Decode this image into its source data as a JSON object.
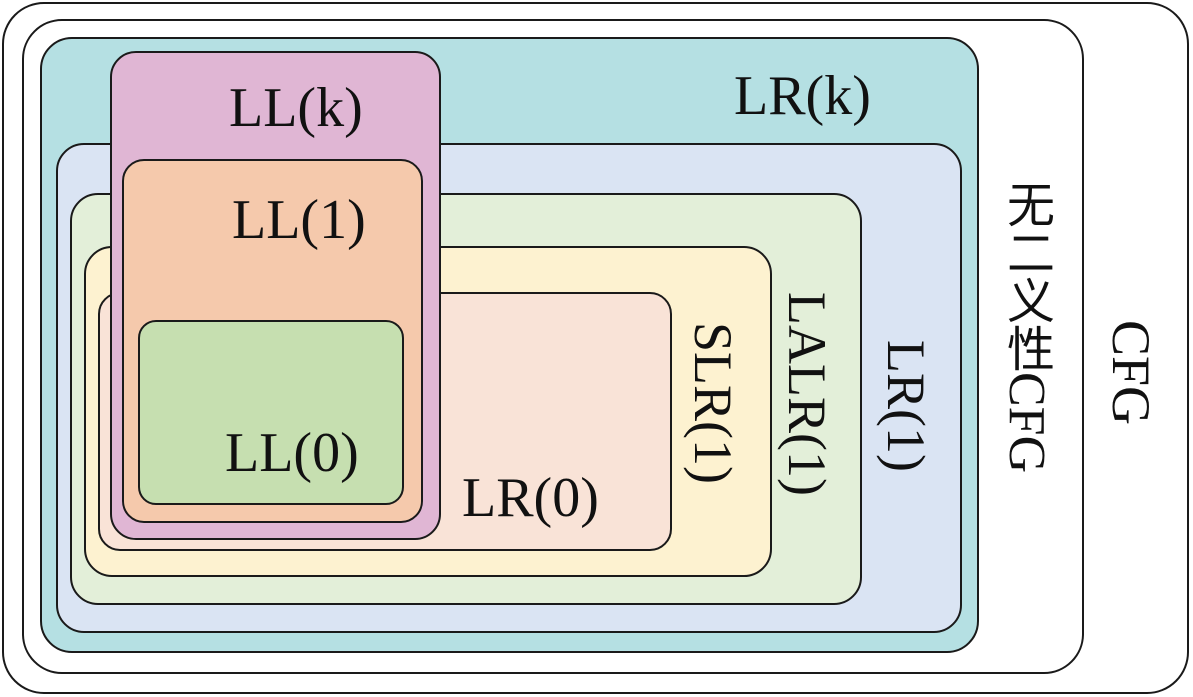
{
  "labels": {
    "cfg": "CFG",
    "unambiguous_prefix": "无二义性",
    "unambiguous_suffix": "CFG",
    "lrk": "LR(k)",
    "lr1": "LR(1)",
    "lalr1": "LALR(1)",
    "slr1": "SLR(1)",
    "lr0": "LR(0)",
    "llk": "LL(k)",
    "ll1": "LL(1)",
    "ll0": "LL(0)"
  },
  "colors": {
    "cfg": "#ffffff",
    "unambiguous": "#ffffff",
    "lrk": "#b5e0e3",
    "lr1": "#dae4f3",
    "lalr1": "#e3efd9",
    "slr1": "#fdf2d0",
    "lr0": "#f9e3d7",
    "llk": "#e0b6d4",
    "ll1": "#f5c9ac",
    "ll0": "#c6dfb0",
    "stroke": "#1a1a1a"
  }
}
